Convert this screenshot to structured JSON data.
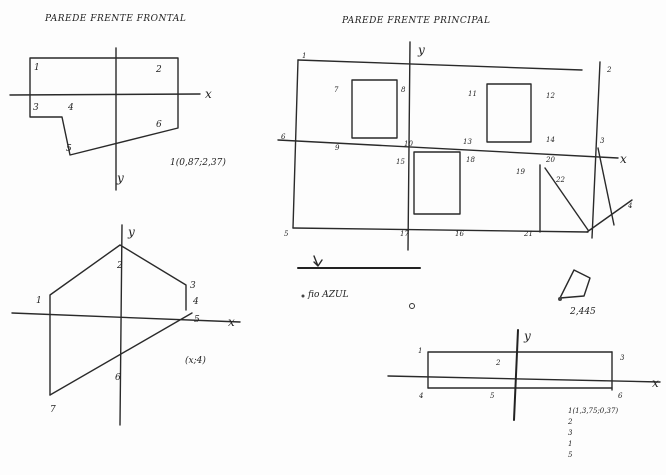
{
  "titles": {
    "front_wall": "PAREDE FRENTE FRONTAL",
    "main_wall": "PAREDE FRENTE PRINCIPAL"
  },
  "axes": {
    "x": "x",
    "y": "y"
  },
  "sketch1": {
    "points": [
      "1",
      "2",
      "3",
      "4",
      "5",
      "6"
    ],
    "note": "1(0,87;2,37)"
  },
  "sketch2": {
    "points": [
      "1",
      "2",
      "3",
      "4",
      "5",
      "6",
      "7"
    ],
    "note": "(x;4)"
  },
  "main": {
    "points": [
      "1",
      "2",
      "3",
      "4",
      "5",
      "6",
      "7",
      "8",
      "9",
      "10",
      "11",
      "12",
      "13",
      "14",
      "15",
      "16",
      "17",
      "18",
      "19",
      "20",
      "21",
      "22"
    ],
    "fio_label": "fio AZUL",
    "small_note": "2,445"
  },
  "sketch4": {
    "points": [
      "1",
      "2",
      "3",
      "4",
      "5",
      "6"
    ],
    "note_lines": [
      "1(1,3,75;0,37)",
      "2",
      "3",
      "1",
      "5"
    ]
  }
}
